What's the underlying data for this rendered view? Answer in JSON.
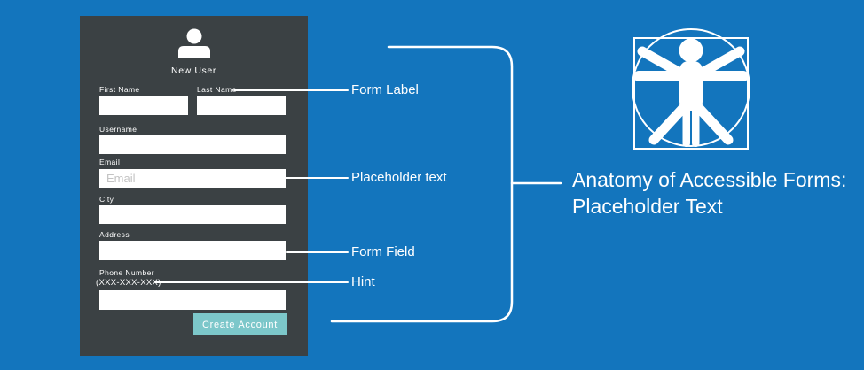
{
  "colors": {
    "background": "#1375BD",
    "panel": "#3B4144",
    "field": "#FFFFFF",
    "button": "#7CC7CA",
    "placeholder_text": "#C3C3C3",
    "line_and_text": "#FFFFFF"
  },
  "form": {
    "header": "New User",
    "first_name_label": "First Name",
    "last_name_label": "Last Name",
    "username_label": "Username",
    "email_label": "Email",
    "email_placeholder": "Email",
    "city_label": "City",
    "address_label": "Address",
    "phone_label": "Phone Number",
    "phone_hint": "(XXX-XXX-XXX)",
    "submit_label": "Create Account"
  },
  "annotations": {
    "form_label": "Form Label",
    "placeholder_text": "Placeholder text",
    "form_field": "Form Field",
    "hint": "Hint"
  },
  "title": {
    "line1": "Anatomy of Accessible Forms:",
    "line2": "Placeholder Text"
  },
  "icons": {
    "user": "user-icon",
    "vitruvian": "vitruvian-man-icon"
  }
}
